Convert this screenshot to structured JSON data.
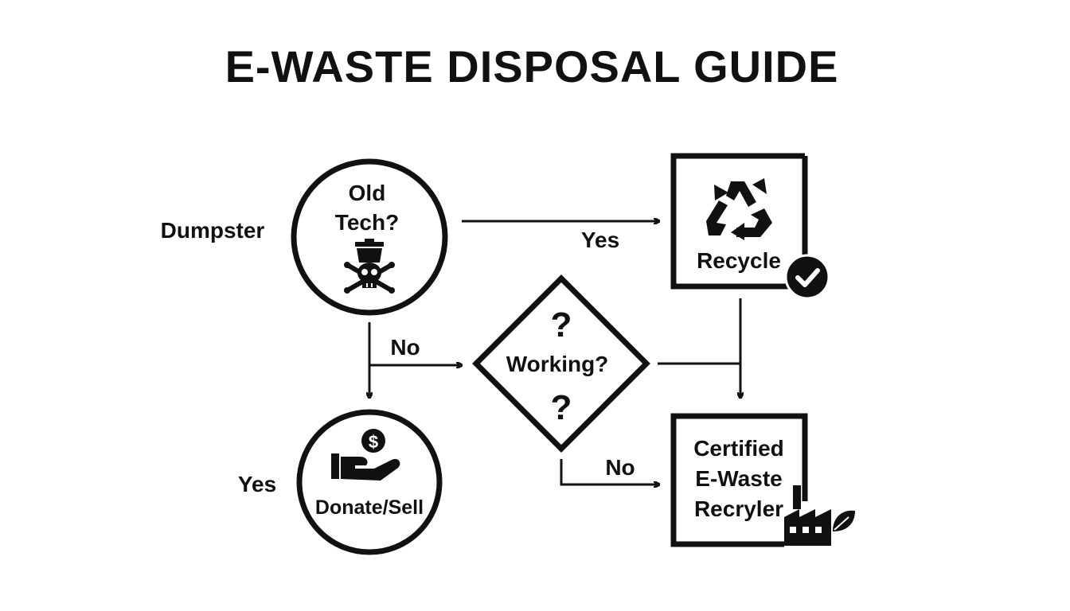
{
  "title": "E-WASTE DISPOSAL GUIDE",
  "nodes": {
    "start": {
      "label_line1": "Old",
      "label_line2": "Tech?",
      "icon": "trash-skull-icon"
    },
    "recycle": {
      "label": "Recycle",
      "icon": "recycle-icon",
      "badge": "check-badge-icon"
    },
    "decision": {
      "label": "Working?",
      "mark": "?"
    },
    "donate": {
      "label": "Donate/Sell",
      "icon": "hand-money-icon",
      "coin_symbol": "$"
    },
    "certified": {
      "line1": "Certified",
      "line2": "E-Waste",
      "line3": "Recryler",
      "icon": "factory-leaf-icon"
    }
  },
  "side_labels": {
    "dumpster": "Dumpster",
    "yes_left": "Yes"
  },
  "edges": {
    "start_to_recycle": "Yes",
    "start_to_decision": "No",
    "decision_to_certified": "No"
  },
  "colors": {
    "ink": "#111111",
    "background": "#ffffff"
  }
}
